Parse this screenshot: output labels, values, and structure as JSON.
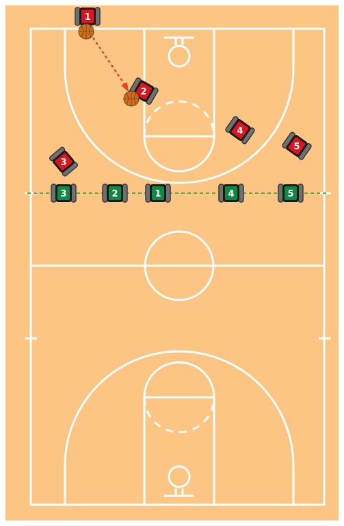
{
  "colors": {
    "court": "#fcc583",
    "lines": "#ffffff",
    "offense": "#e0141e",
    "defense": "#0f8a45",
    "wheel": "#707070",
    "wheel_dark": "#3a3a3a",
    "ball": "#c8701e",
    "pass_arrow": "#e34a1e",
    "guide_line": "#4caf50"
  },
  "offense_players": [
    {
      "number": "1",
      "has_ball": true
    },
    {
      "number": "2",
      "has_ball": true
    },
    {
      "number": "3",
      "has_ball": false
    },
    {
      "number": "4",
      "has_ball": false
    },
    {
      "number": "5",
      "has_ball": false
    }
  ],
  "defense_players": [
    {
      "number": "3"
    },
    {
      "number": "2"
    },
    {
      "number": "1"
    },
    {
      "number": "4"
    },
    {
      "number": "5"
    }
  ],
  "icons": {
    "offense": "wheelchair-player-icon",
    "defense": "wheelchair-player-icon",
    "ball": "basketball-icon"
  }
}
